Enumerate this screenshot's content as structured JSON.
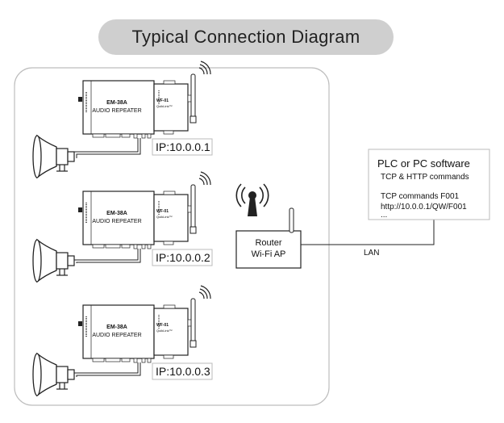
{
  "title": "Typical Connection Diagram",
  "devices": [
    {
      "model": "EM-38A",
      "name": "AUDIO REPEATER",
      "wifi_model": "WF-01",
      "wifi_sub": "QuikLink™",
      "ip": "IP:10.0.0.1"
    },
    {
      "model": "EM-38A",
      "name": "AUDIO REPEATER",
      "wifi_model": "WF-01",
      "wifi_sub": "QuikLink™",
      "ip": "IP:10.0.0.2"
    },
    {
      "model": "EM-38A",
      "name": "AUDIO REPEATER",
      "wifi_model": "WF-01",
      "wifi_sub": "QuikLink™",
      "ip": "IP:10.0.0.3"
    }
  ],
  "router": {
    "line1": "Router",
    "line2": "Wi-Fi AP"
  },
  "lan_label": "LAN",
  "plc": {
    "title": "PLC or PC software",
    "line1": "TCP & HTTP commands",
    "line2": "TCP commands F001",
    "line3": "http://10.0.0.1/QW/F001",
    "line4": "..."
  },
  "icons": [
    "repeater-device-icon",
    "wifi-module-icon",
    "horn-speaker-icon",
    "wifi-signal-icon",
    "router-antenna-icon"
  ]
}
